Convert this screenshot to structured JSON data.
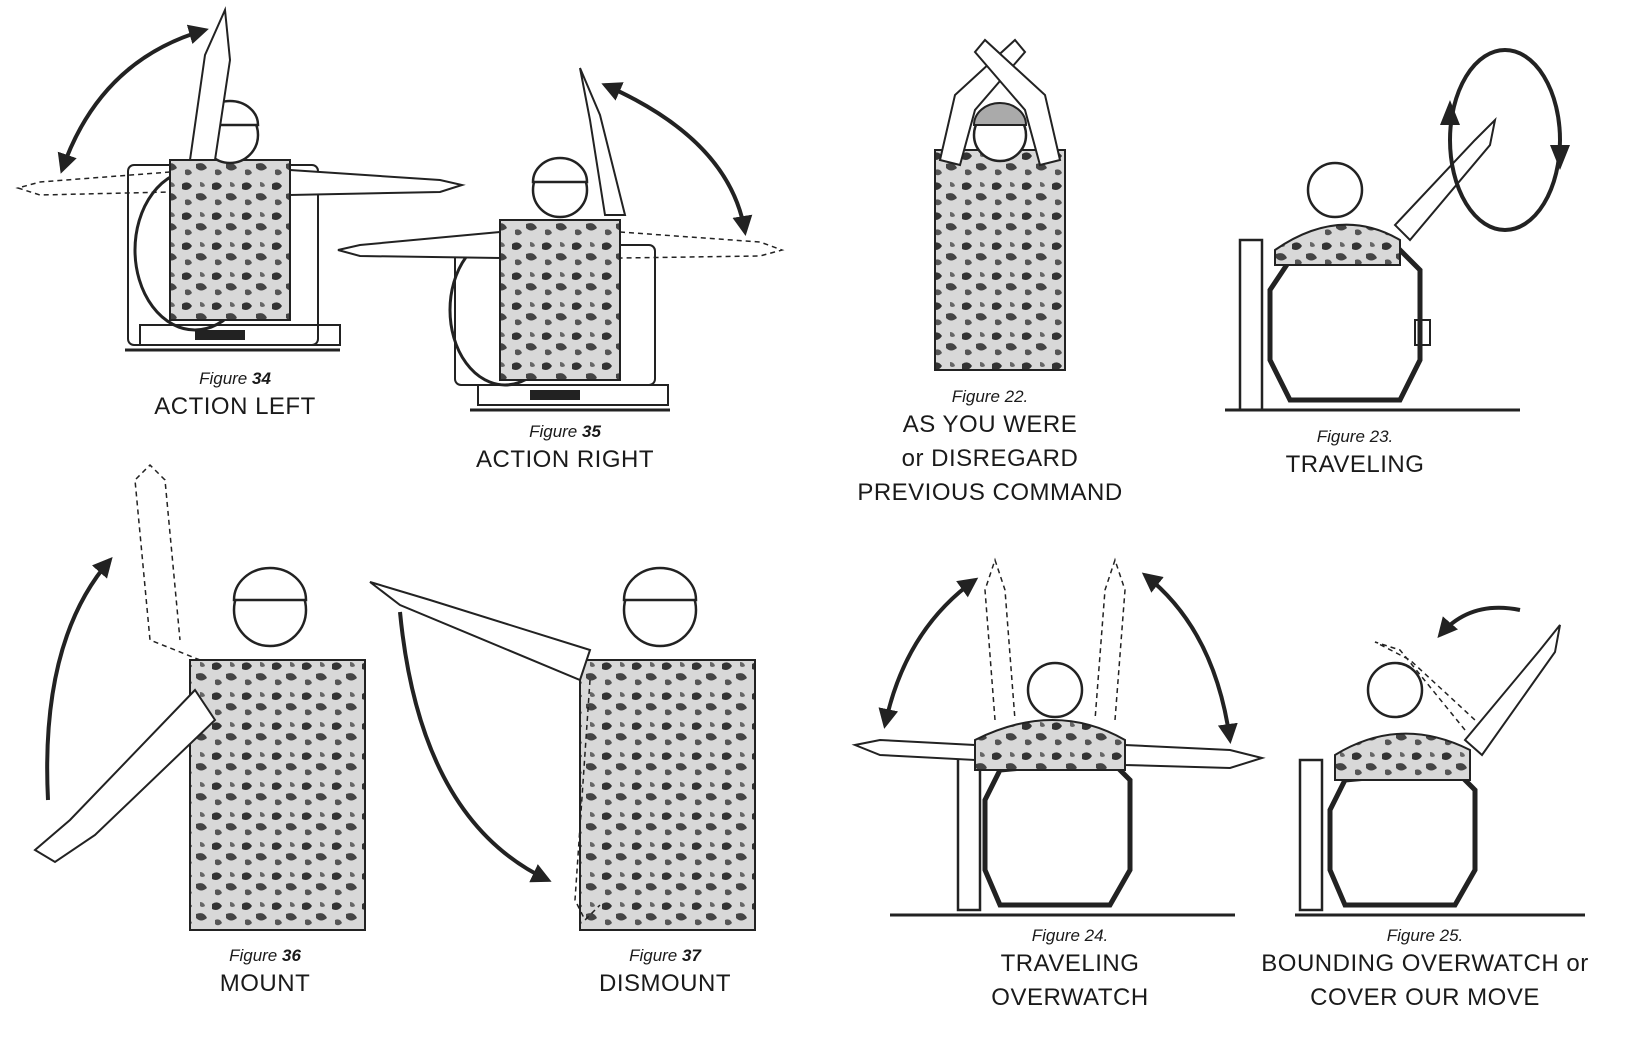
{
  "figures": [
    {
      "fig_label": "Figure",
      "fig_num": "34",
      "title": [
        "ACTION LEFT"
      ]
    },
    {
      "fig_label": "Figure",
      "fig_num": "35",
      "title": [
        "ACTION RIGHT"
      ]
    },
    {
      "fig_label": "Figure",
      "fig_num": "22.",
      "title": [
        "AS YOU WERE",
        "or DISREGARD",
        "PREVIOUS COMMAND"
      ]
    },
    {
      "fig_label": "Figure",
      "fig_num": "23.",
      "title": [
        "TRAVELING"
      ]
    },
    {
      "fig_label": "Figure",
      "fig_num": "36",
      "title": [
        "MOUNT"
      ]
    },
    {
      "fig_label": "Figure",
      "fig_num": "37",
      "title": [
        "DISMOUNT"
      ]
    },
    {
      "fig_label": "Figure",
      "fig_num": "24.",
      "title": [
        "TRAVELING",
        "OVERWATCH"
      ]
    },
    {
      "fig_label": "Figure",
      "fig_num": "25.",
      "title": [
        "BOUNDING OVERWATCH or",
        "COVER OUR MOVE"
      ]
    }
  ]
}
